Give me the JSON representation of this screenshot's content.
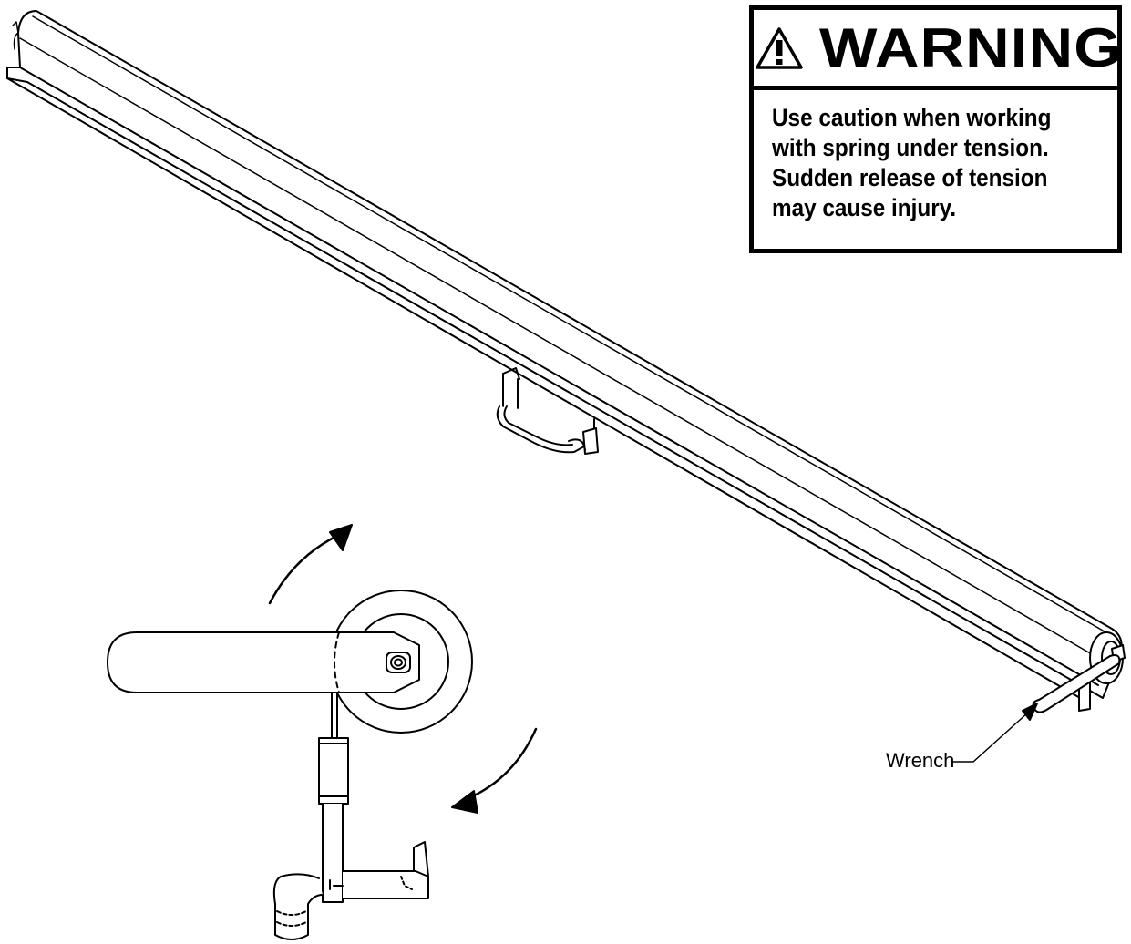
{
  "warning": {
    "title": "WARNING",
    "icon": "warning-triangle-icon",
    "lines": [
      "Use caution when working",
      "with spring under tension.",
      "Sudden release of tension",
      "may cause injury."
    ]
  },
  "callouts": {
    "wrench": "Wrench"
  },
  "colors": {
    "line": "#000000",
    "background": "#ffffff"
  }
}
